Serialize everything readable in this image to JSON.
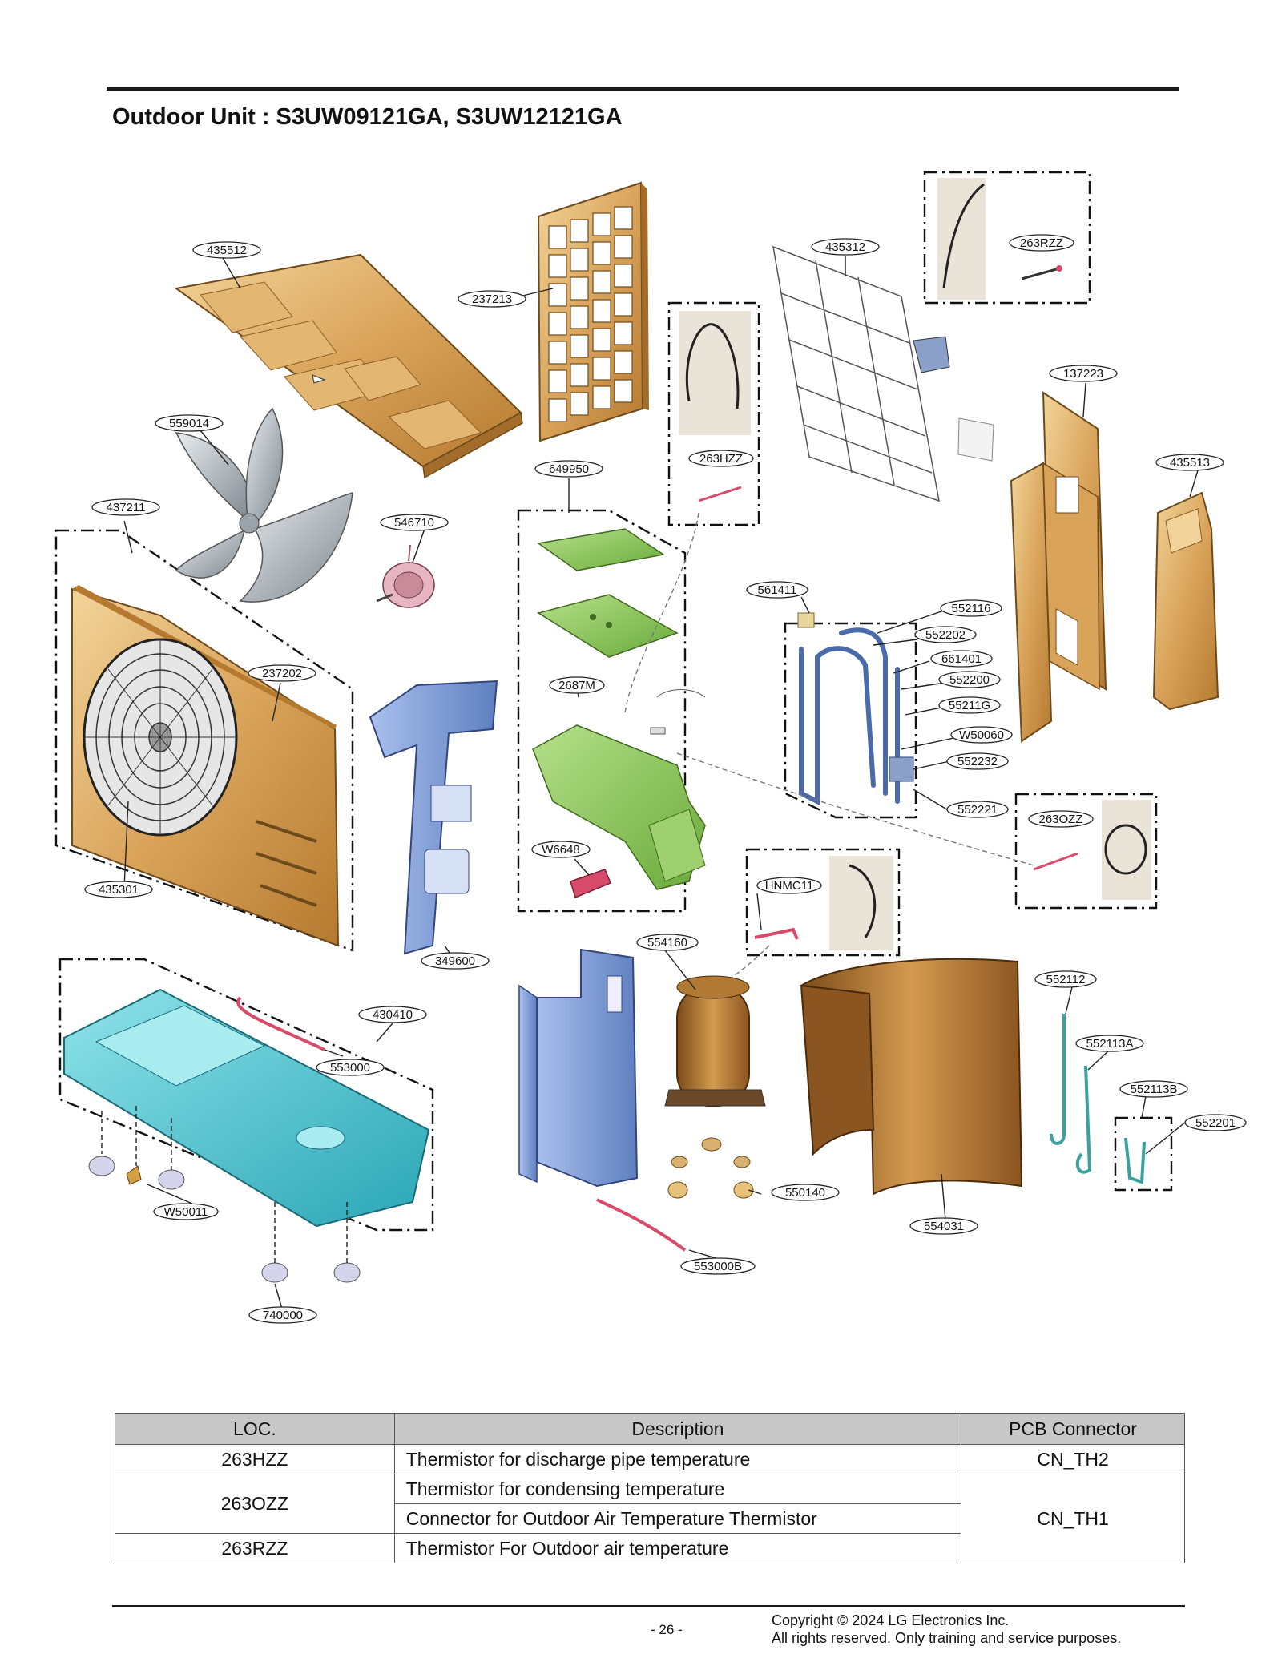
{
  "page_title": "Outdoor Unit : S3UW09121GA, S3UW12121GA",
  "part_labels": {
    "p435512": "435512",
    "p237213": "237213",
    "p435312": "435312",
    "p263RZZ": "263RZZ",
    "p137223": "137223",
    "p559014": "559014",
    "p649950": "649950",
    "p263HZZ": "263HZZ",
    "p435513": "435513",
    "p437211": "437211",
    "p546710": "546710",
    "p561411": "561411",
    "p552116": "552116",
    "p552202": "552202",
    "p661401": "661401",
    "p237202": "237202",
    "p2687M": "2687M",
    "p552200": "552200",
    "p55211G": "55211G",
    "pW50060": "W50060",
    "p552232": "552232",
    "p552221": "552221",
    "p263OZZ": "263OZZ",
    "pW6648": "W6648",
    "pHNMC11": "HNMC11",
    "p435301": "435301",
    "p554160": "554160",
    "p349600": "349600",
    "p552112": "552112",
    "p430410": "430410",
    "p552113A": "552113A",
    "p553000": "553000",
    "p552113B": "552113B",
    "p552201": "552201",
    "pW50011": "W50011",
    "p550140": "550140",
    "p554031": "554031",
    "p553000B": "553000B",
    "p740000": "740000"
  },
  "table": {
    "headers": {
      "loc": "LOC.",
      "description": "Description",
      "pcb": "PCB Connector"
    },
    "rows": [
      {
        "loc": "263HZZ",
        "description": "Thermistor for discharge pipe temperature",
        "pcb": "CN_TH2"
      },
      {
        "loc": "263OZZ",
        "description": "Thermistor for condensing temperature",
        "pcb": "CN_TH1"
      },
      {
        "description": "Connector for Outdoor Air Temperature Thermistor"
      },
      {
        "loc": "263RZZ",
        "description": "Thermistor For Outdoor air temperature"
      }
    ]
  },
  "footer": {
    "page_number": "- 26 -",
    "copyright_line1": "Copyright © 2024 LG Electronics Inc.",
    "copyright_line2": "All rights reserved. Only training and service purposes."
  },
  "colors": {
    "panel_gold": "#d9a35a",
    "pcb_green": "#8cc860",
    "base_cyan": "#4fc6d0",
    "bracket_blue": "#7f9fd8",
    "coil_copper": "#b8863a",
    "table_header": "#c8c8c8"
  }
}
